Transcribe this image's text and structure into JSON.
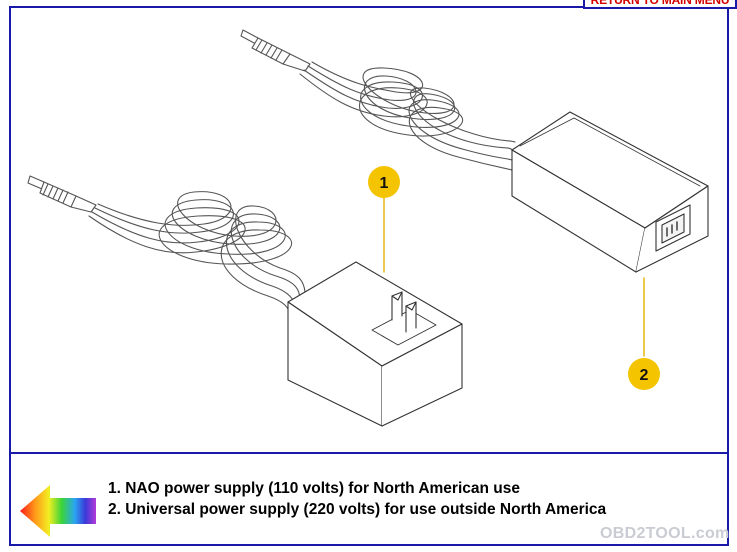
{
  "header": {
    "return_link_label": "RETURN TO MAIN MENU"
  },
  "callouts": [
    {
      "label": "1"
    },
    {
      "label": "2"
    }
  ],
  "caption": {
    "line1": "1. NAO power supply (110 volts) for North American use",
    "line2": "2. Universal power supply (220 volts) for use outside North America"
  },
  "watermark": {
    "text": "OBD2TOOL.com"
  },
  "colors": {
    "frame": "#1a1aa8",
    "link": "#d40000",
    "callout": "#f5c400"
  },
  "icons": {
    "back": "rainbow-left-arrow-icon"
  }
}
